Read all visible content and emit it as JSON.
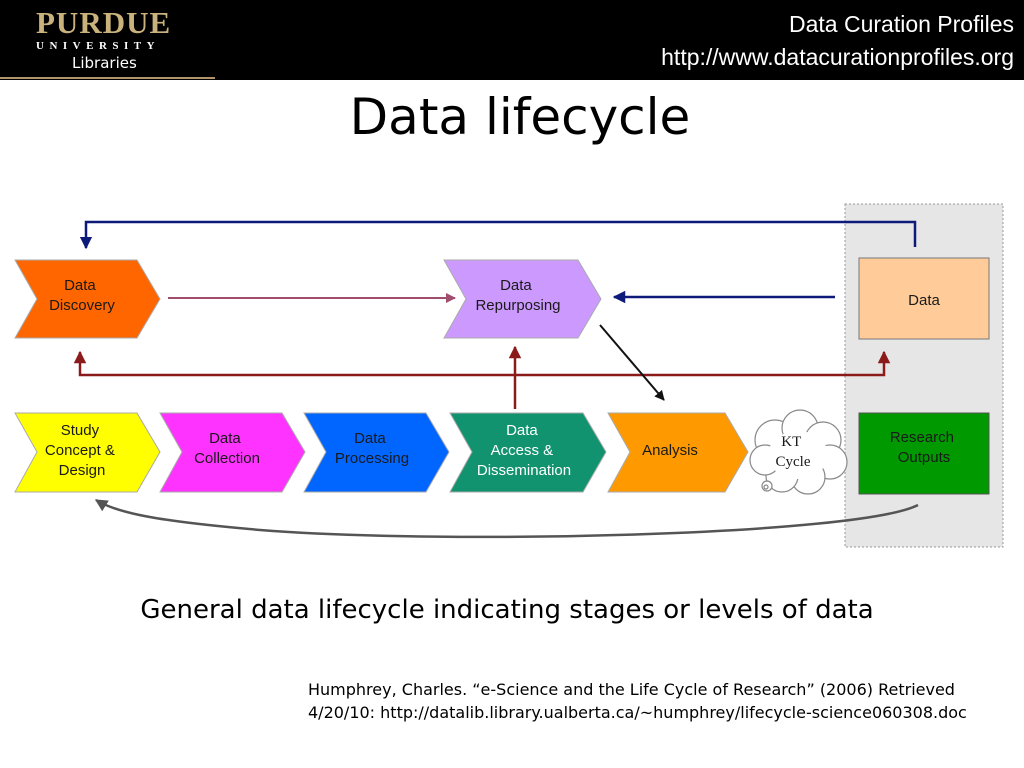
{
  "header": {
    "logo": {
      "name": "PURDUE",
      "university": "UNIVERSITY",
      "libraries": "Libraries"
    },
    "right_line1": "Data Curation Profiles",
    "right_line2": "http://www.datacurationprofiles.org"
  },
  "slide": {
    "title": "Data lifecycle",
    "caption": "General data lifecycle indicating stages or levels of data",
    "citation_line1": "Humphrey, Charles. “e-Science and the Life Cycle of Research” (2006) Retrieved",
    "citation_line2": "4/20/10: http://datalib.library.ualberta.ca/~humphrey/lifecycle-science060308.doc"
  },
  "diagram": {
    "stages": {
      "discovery": {
        "line1": "Data",
        "line2": "Discovery"
      },
      "repurposing": {
        "line1": "Data",
        "line2": "Repurposing"
      },
      "study": {
        "line1": "Study",
        "line2": "Concept &",
        "line3": "Design"
      },
      "collection": {
        "line1": "Data",
        "line2": "Collection"
      },
      "processing": {
        "line1": "Data",
        "line2": "Processing"
      },
      "access": {
        "line1": "Data",
        "line2": "Access &",
        "line3": "Dissemination"
      },
      "analysis": {
        "line1": "Analysis"
      },
      "data": {
        "line1": "Data"
      },
      "outputs": {
        "line1": "Research",
        "line2": "Outputs"
      },
      "kt": {
        "line1": "KT",
        "line2": "Cycle"
      }
    },
    "colors": {
      "discovery": "#ff6600",
      "repurposing": "#cc99ff",
      "study": "#ffff00",
      "collection": "#ff33ff",
      "processing": "#0066ff",
      "access": "#11936f",
      "analysis": "#ff9900",
      "data": "#ffcc99",
      "outputs": "#009900",
      "navy_arrow": "#0d1a7a",
      "maroon_arrow": "#8b1a1a",
      "pink_arrow": "#a04d6e",
      "gray_arrow": "#555555",
      "panel": "#e6e6e6"
    }
  }
}
